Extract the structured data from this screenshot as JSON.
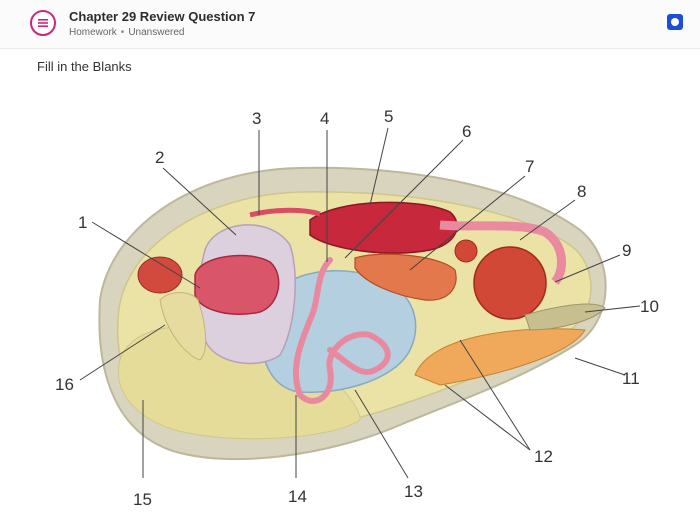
{
  "header": {
    "title": "Chapter 29 Review Question 7",
    "type": "Homework",
    "status": "Unanswered"
  },
  "question": {
    "instruction": "Fill in the Blanks"
  },
  "diagram": {
    "labels": [
      "1",
      "2",
      "3",
      "4",
      "5",
      "6",
      "7",
      "8",
      "9",
      "10",
      "11",
      "12",
      "13",
      "14",
      "15",
      "16"
    ]
  },
  "colors": {
    "accent": "#c7287a",
    "status": "#1d4ed8"
  }
}
